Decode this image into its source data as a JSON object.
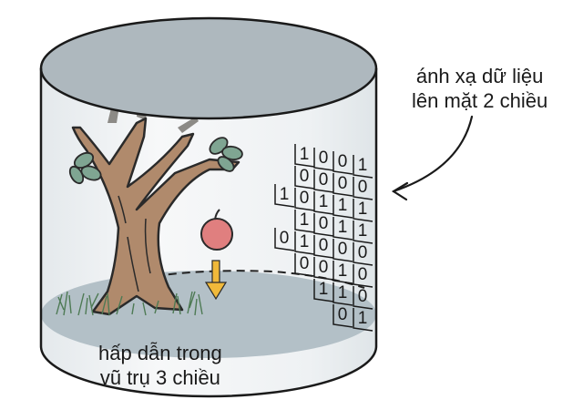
{
  "annotations": {
    "mapping_line1": "ánh xạ dữ liệu",
    "mapping_line2": "lên mặt 2 chiều",
    "gravity_line1": "hấp dẫn trong",
    "gravity_line2": "vũ trụ 3 chiều"
  },
  "binary_grid": {
    "rows": [
      [
        "",
        "1",
        "0",
        "0",
        "1"
      ],
      [
        "",
        "0",
        "0",
        "0",
        "0"
      ],
      [
        "1",
        "0",
        "1",
        "1",
        "1"
      ],
      [
        "",
        "1",
        "0",
        "1",
        "1"
      ],
      [
        "0",
        "1",
        "0",
        "0",
        "0"
      ],
      [
        "",
        "0",
        "0",
        "1",
        "0"
      ],
      [
        "",
        "",
        "1",
        "1",
        "0"
      ],
      [
        "",
        "",
        "",
        "0",
        "1"
      ]
    ]
  },
  "colors": {
    "cylinder_top": "#aeb8be",
    "cylinder_wall": "#eef1f3",
    "floor": "#b3c0c7",
    "trunk": "#b08a6c",
    "leaf": "#7fa592",
    "apple": "#e07f7f",
    "arrow": "#f0b93a",
    "ink": "#1a1a1a"
  }
}
